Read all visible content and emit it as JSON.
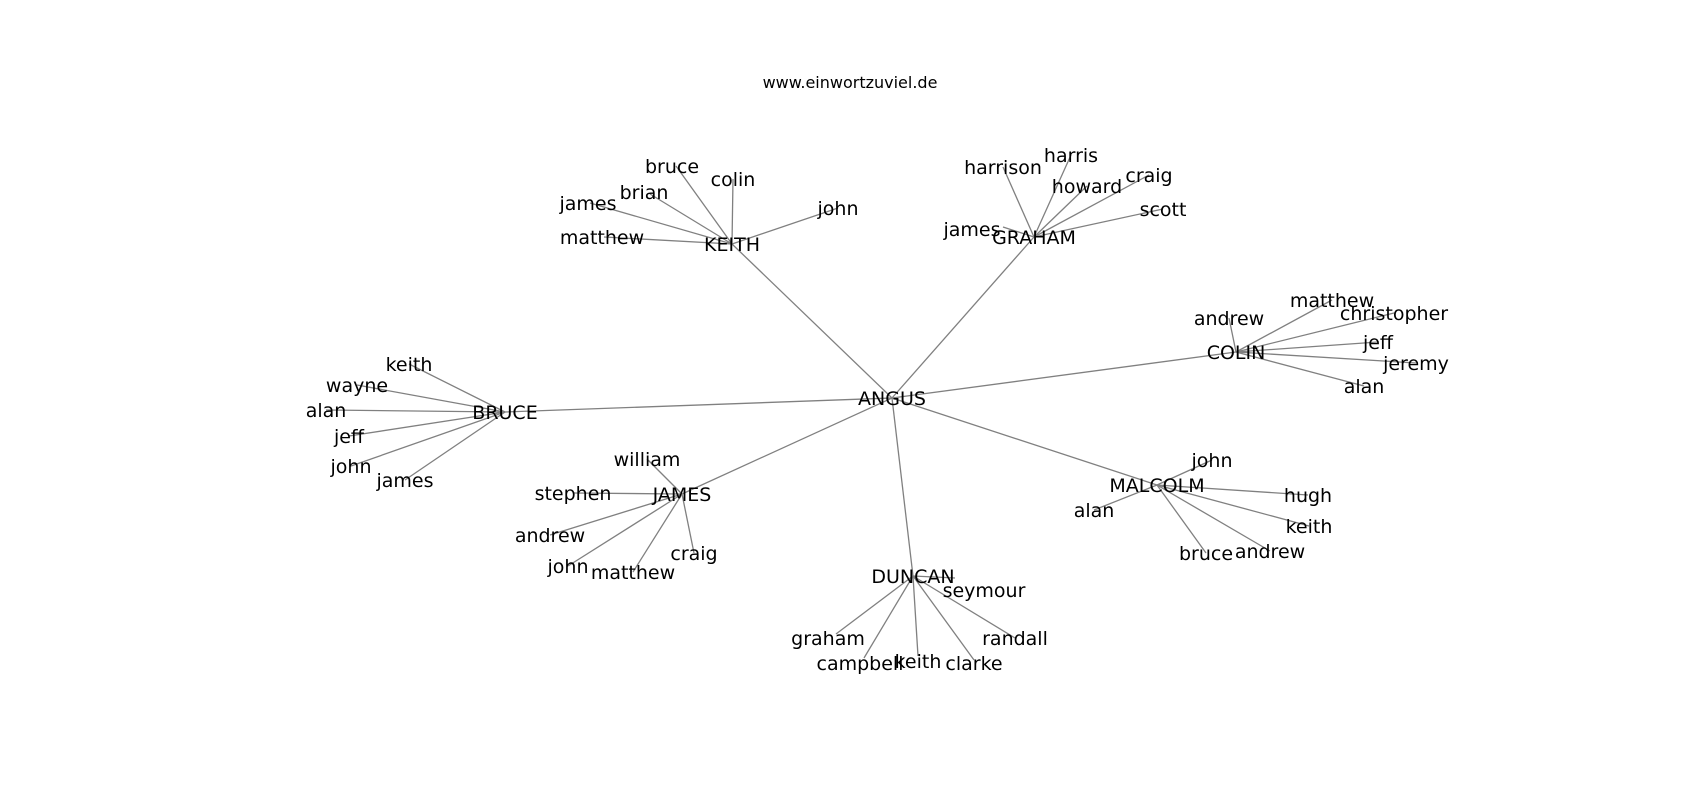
{
  "watermark": "www.einwortzuviel.de",
  "graph": {
    "root": "ANGUS",
    "hubs": [
      {
        "label": "KEITH",
        "leaves": [
          "bruce",
          "colin",
          "brian",
          "james",
          "matthew",
          "john"
        ]
      },
      {
        "label": "GRAHAM",
        "leaves": [
          "harrison",
          "harris",
          "howard",
          "craig",
          "james",
          "scott"
        ]
      },
      {
        "label": "COLIN",
        "leaves": [
          "andrew",
          "matthew",
          "christopher",
          "jeff",
          "jeremy",
          "alan"
        ]
      },
      {
        "label": "BRUCE",
        "leaves": [
          "keith",
          "wayne",
          "alan",
          "jeff",
          "john",
          "james"
        ]
      },
      {
        "label": "JAMES",
        "leaves": [
          "william",
          "stephen",
          "andrew",
          "john",
          "matthew",
          "craig"
        ]
      },
      {
        "label": "MALCOLM",
        "leaves": [
          "john",
          "alan",
          "hugh",
          "keith",
          "bruce",
          "andrew"
        ]
      },
      {
        "label": "DUNCAN",
        "leaves": [
          "seymour",
          "graham",
          "randall",
          "campbell",
          "keith",
          "clarke"
        ]
      }
    ]
  }
}
